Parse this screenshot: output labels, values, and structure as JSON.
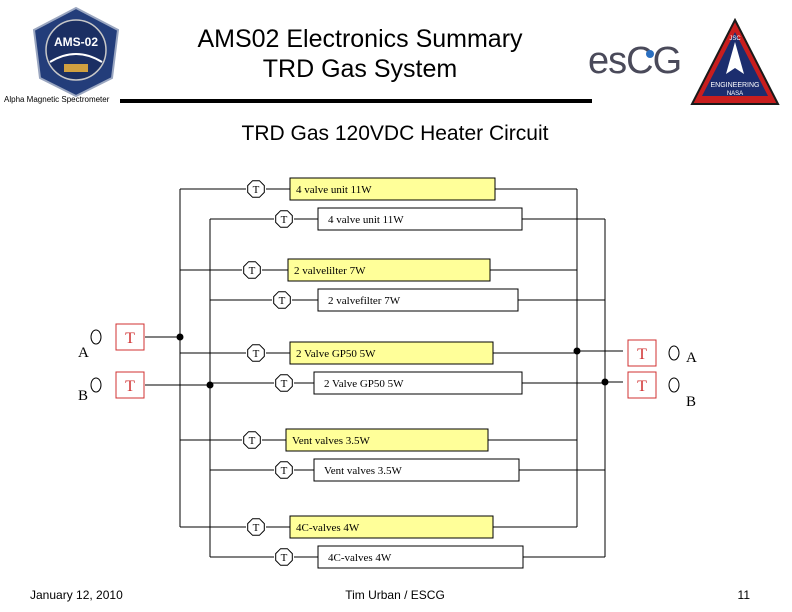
{
  "header": {
    "title_line1": "AMS02 Electronics Summary",
    "title_line2": "TRD Gas System",
    "ams_caption": "Alpha Magnetic Spectrometer",
    "ams_logo_text": "AMS-02",
    "escg_logo_text": "esCG",
    "nasa_logo_text1": "ENGINEERING",
    "nasa_logo_text2": "NASA",
    "nasa_logo_top": "JSC"
  },
  "diagram": {
    "title": "TRD Gas 120VDC Heater Circuit",
    "thermostat_symbol": "T",
    "side_labels": {
      "left_a": "A",
      "left_b": "B",
      "right_a": "A",
      "right_b": "B"
    },
    "heaters": [
      {
        "label": "4 valve unit 11W",
        "bus": "A",
        "highlight": true
      },
      {
        "label": "4 valve unit 11W",
        "bus": "B",
        "highlight": false
      },
      {
        "label": "2 valvelilter 7W",
        "bus": "A",
        "highlight": true
      },
      {
        "label": "2 valvefilter 7W",
        "bus": "B",
        "highlight": false
      },
      {
        "label": "2 Valve GP50 5W",
        "bus": "A",
        "highlight": true
      },
      {
        "label": "2 Valve GP50 5W",
        "bus": "B",
        "highlight": false
      },
      {
        "label": "Vent valves 3.5W",
        "bus": "A",
        "highlight": true
      },
      {
        "label": "Vent valves 3.5W",
        "bus": "B",
        "highlight": false
      },
      {
        "label": "4C-valves 4W",
        "bus": "A",
        "highlight": true
      },
      {
        "label": "4C-valves 4W",
        "bus": "B",
        "highlight": false
      }
    ],
    "colors": {
      "highlight": "#ffff99",
      "thermostat_red": "#d03030",
      "line": "#000000"
    }
  },
  "footer": {
    "date": "January 12, 2010",
    "author": "Tim Urban / ESCG",
    "page": "11"
  }
}
